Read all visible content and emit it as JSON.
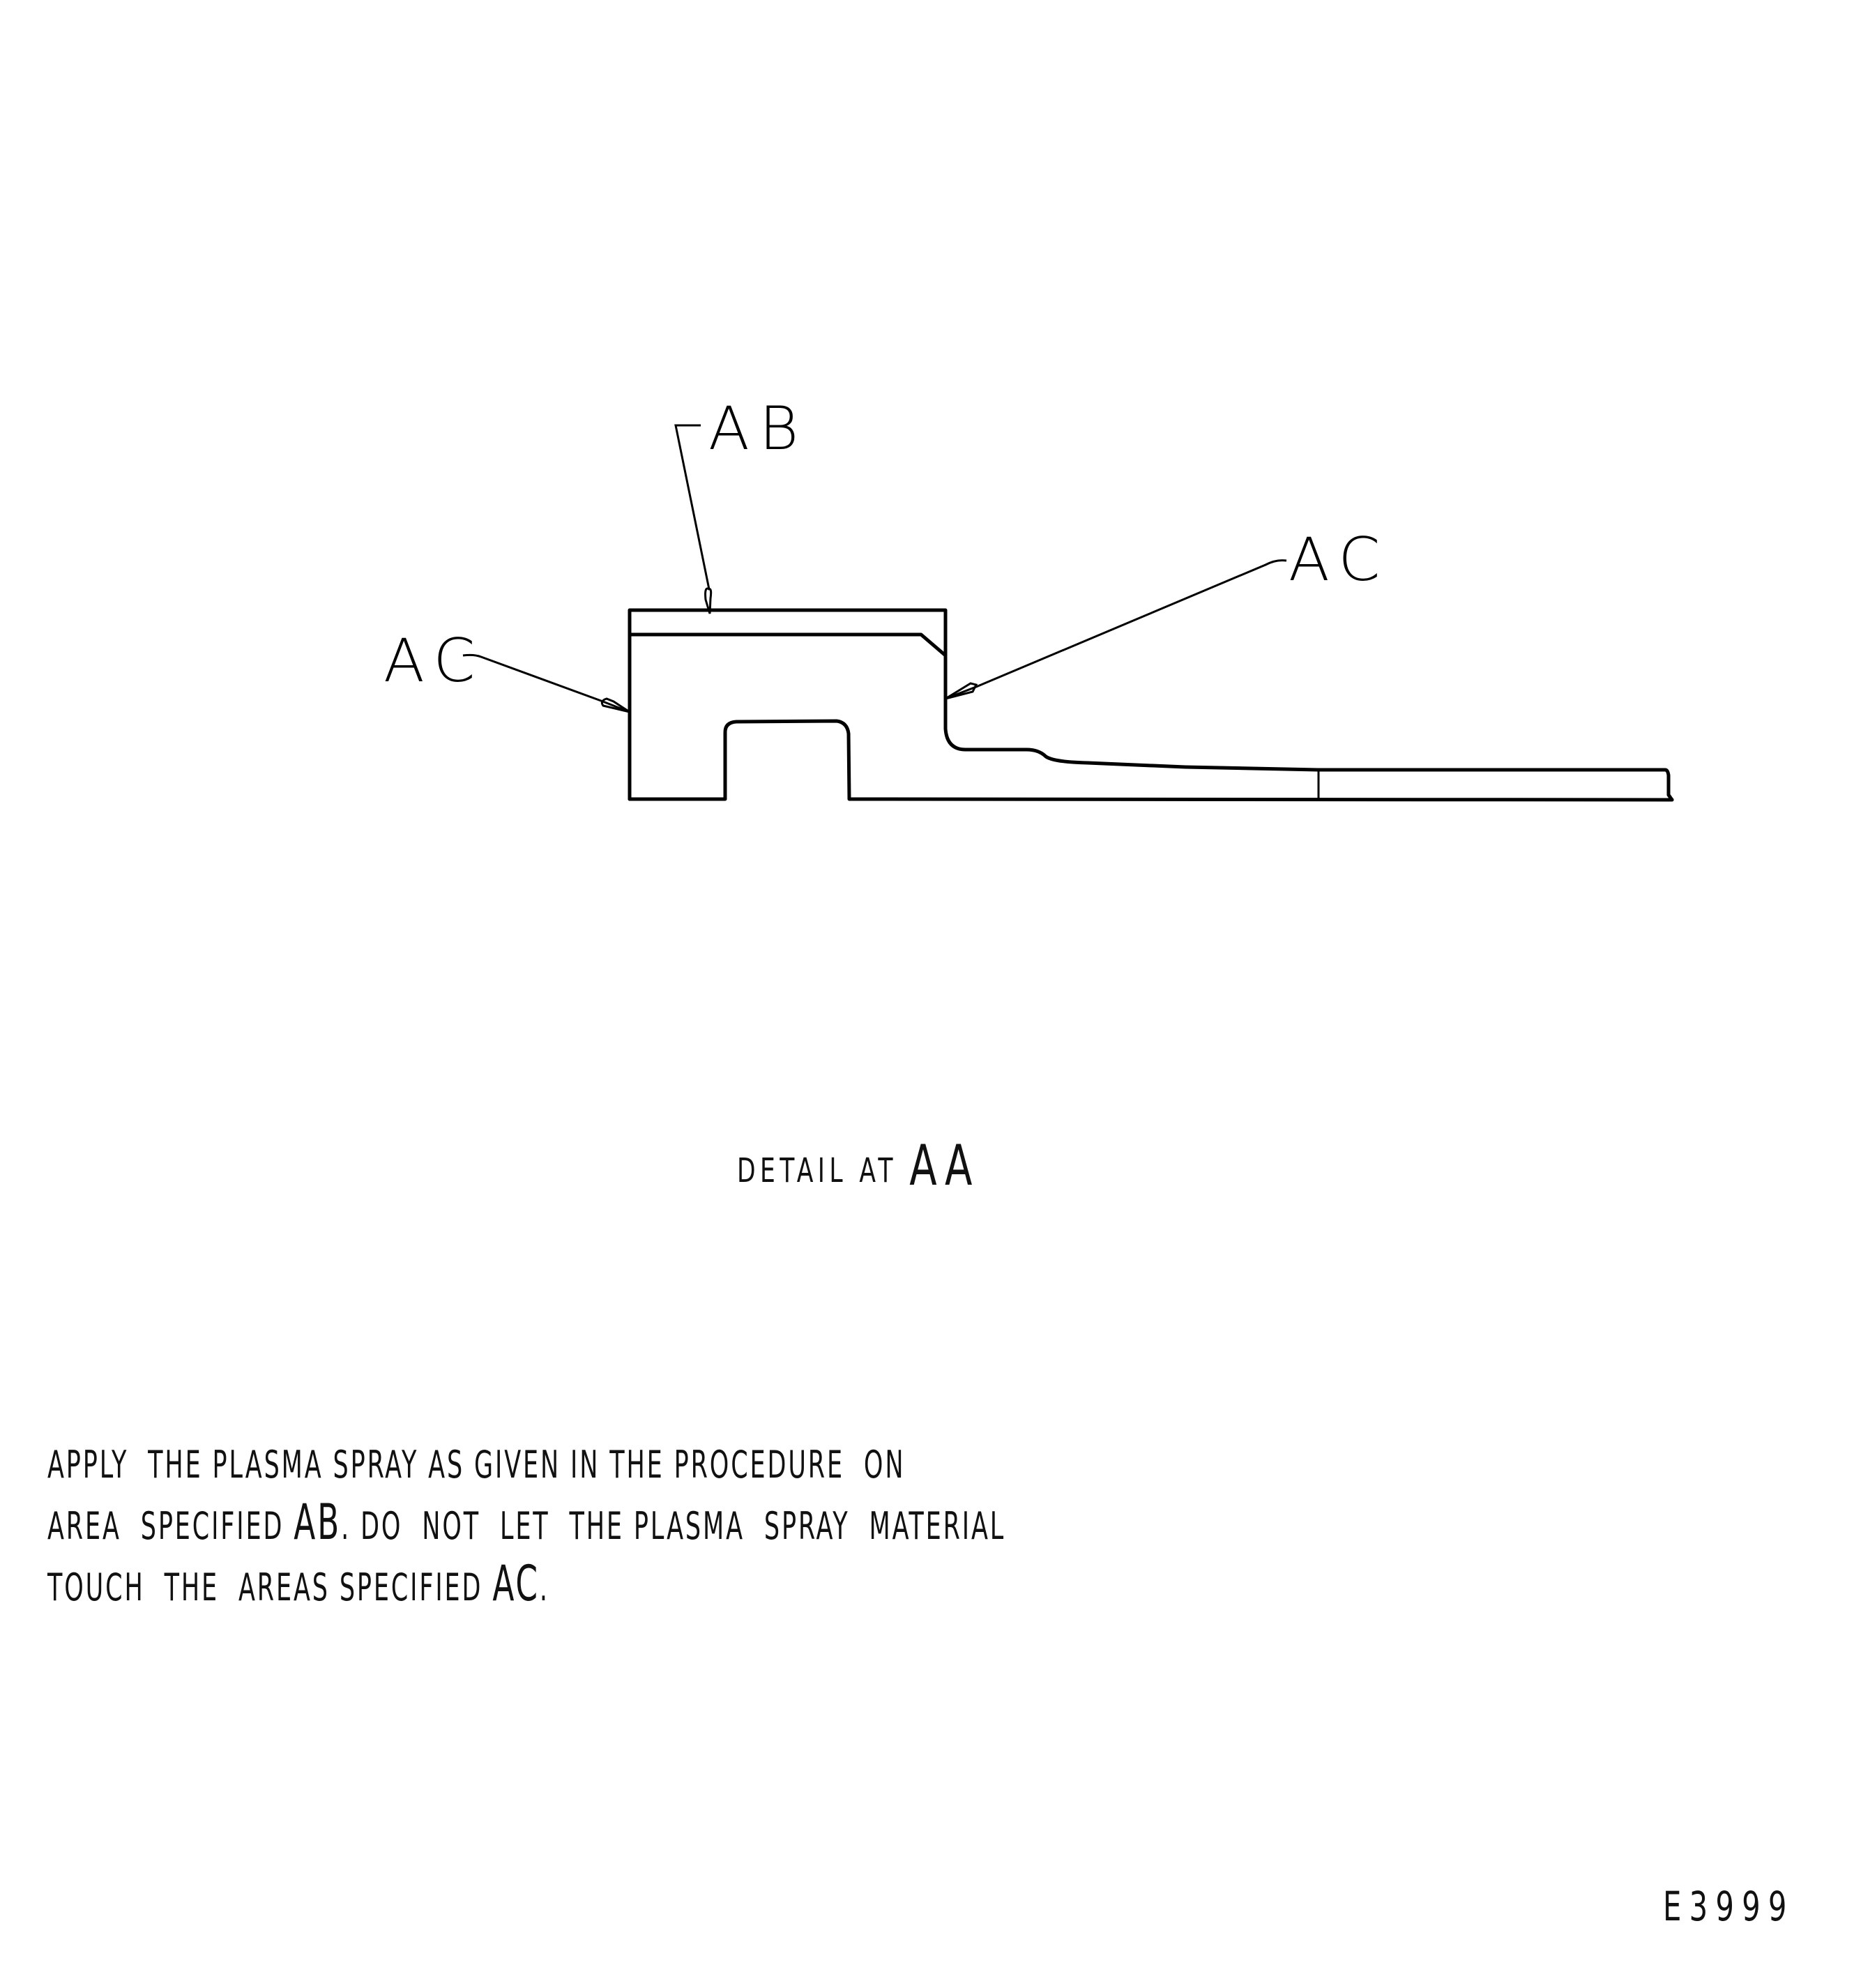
{
  "drawing": {
    "callouts": {
      "top": "AB",
      "left": "AC",
      "right": "AC"
    },
    "title": {
      "prefix": "DETAIL AT",
      "ref": "AA"
    }
  },
  "note": {
    "line1": "APPLY  THE PLASMA SPRAY AS GIVEN IN THE PROCEDURE  ON",
    "line2_pre": "AREA  SPECIFIED ",
    "line2_ref": "AB",
    "line2_post": ". DO  NOT  LET  THE PLASMA  SPRAY  MATERIAL",
    "line3_pre": "TOUCH  THE  AREAS SPECIFIED ",
    "line3_ref": "AC",
    "line3_post": "."
  },
  "figure_number": "E3999",
  "colors": {
    "ink": "#000000",
    "paper": "#ffffff"
  }
}
